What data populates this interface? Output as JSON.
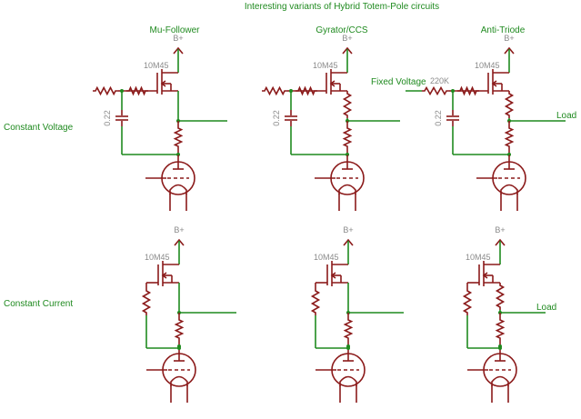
{
  "title": "Interesting variants of Hybrid Totem-Pole circuits",
  "columns": [
    "Mu-Follower",
    "Gyrator/CCS",
    "Anti-Triode"
  ],
  "rows": [
    "Constant Voltage",
    "Constant Current"
  ],
  "labels": {
    "supply": "B+",
    "mosfet": "10M45",
    "capacitor": "0.22",
    "resistor_220k": "220K",
    "fixed_voltage": "Fixed Voltage",
    "load": "Load"
  },
  "colors": {
    "wire_green": "#1f8a1f",
    "component_red": "#8b1a1a",
    "label_gray": "#8a8a8a"
  }
}
